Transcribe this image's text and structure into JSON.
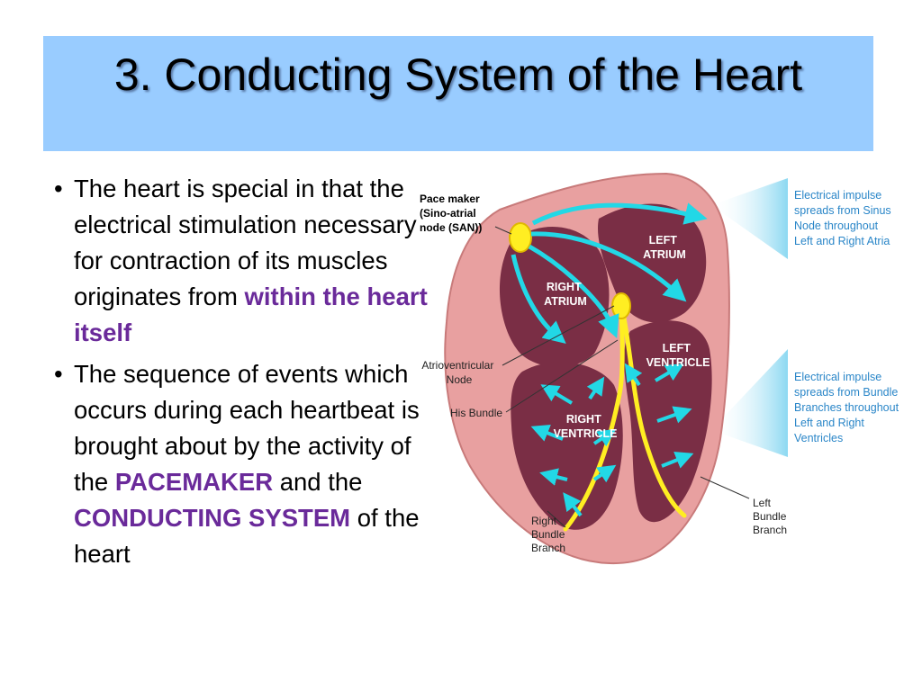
{
  "slide": {
    "title": "3. Conducting System of the Heart",
    "bullets": [
      {
        "text_a": "The heart is special in that the electrical stimulation necessary for contraction of its muscles originates from ",
        "emphasis_a": "within the heart itself"
      },
      {
        "text_a": "The sequence of events which occurs during each heartbeat is brought about by the activity of the ",
        "emphasis_a": "PACEMAKER",
        "text_b": " and the ",
        "emphasis_b": "CONDUCTING SYSTEM",
        "text_c": " of the heart"
      }
    ]
  },
  "diagram": {
    "labels": {
      "pacemaker": [
        "Pace maker",
        "(Sino-atrial",
        "node (SAN))"
      ],
      "av_node": [
        "Atrioventricular",
        "Node"
      ],
      "his_bundle": "His Bundle",
      "right_bundle": [
        "Right",
        "Bundle",
        "Branch"
      ],
      "left_bundle": [
        "Left",
        "Bundle",
        "Branch"
      ],
      "left_atrium": [
        "LEFT",
        "ATRIUM"
      ],
      "right_atrium": [
        "RIGHT",
        "ATRIUM"
      ],
      "left_ventricle": [
        "LEFT",
        "VENTRICLE"
      ],
      "right_ventricle": [
        "RIGHT",
        "VENTRICLE"
      ]
    },
    "notes": {
      "atria": [
        "Electrical impulse",
        "spreads from Sinus",
        "Node throughout",
        "Left and Right Atria"
      ],
      "ventricles": [
        "Electrical impulse",
        "spreads from Bundle",
        "Branches throughout",
        "Left and Right",
        "Ventricles"
      ]
    },
    "colors": {
      "muscle": "#e8a0a0",
      "chamber": "#7a2e45",
      "conduction": "#ffee22",
      "arrow": "#22d8e6",
      "note_text": "#2a86c8"
    }
  }
}
